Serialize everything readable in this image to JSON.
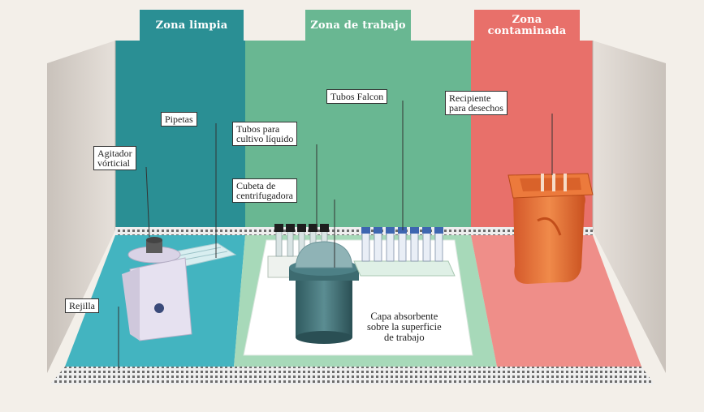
{
  "zones": {
    "clean": {
      "label": "Zona limpia",
      "color": "#2a8f94"
    },
    "work": {
      "label": "Zona de trabajo",
      "color": "#69b792"
    },
    "contaminated": {
      "label_line1": "Zona",
      "label_line2": "contaminada",
      "color": "#e8706a"
    }
  },
  "labels": {
    "agitador_line1": "Agitador",
    "agitador_line2": "vórticial",
    "pipetas": "Pipetas",
    "tubos_cultivo_line1": "Tubos para",
    "tubos_cultivo_line2": "cultivo líquido",
    "cubeta_line1": "Cubeta de",
    "cubeta_line2": "centrifugadora",
    "tubos_falcon": "Tubos Falcon",
    "recipiente_line1": "Recipiente",
    "recipiente_line2": "para desechos",
    "rejilla": "Rejilla",
    "capa_line1": "Capa absorbente",
    "capa_line2": "sobre la superficie",
    "capa_line3": "de trabajo"
  },
  "icons": [
    "vortex-mixer-icon",
    "pipette-icon",
    "tube-rack-icon",
    "centrifuge-bucket-icon",
    "falcon-rack-icon",
    "waste-bag-icon",
    "grille-icon"
  ]
}
